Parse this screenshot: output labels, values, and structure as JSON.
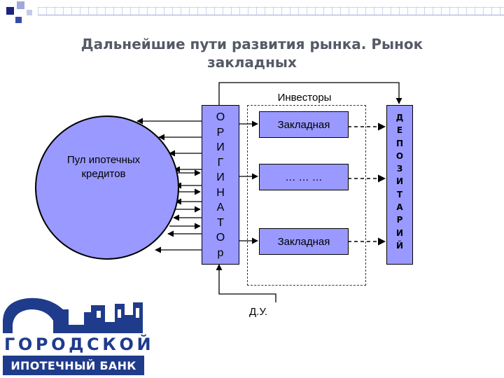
{
  "title": "Дальнейшие пути развития рынка. Рынок закладных",
  "pool_label": "Пул ипотечных кредитов",
  "originator_letters": [
    "О",
    "Р",
    "И",
    "Г",
    "И",
    "Н",
    "А",
    "Т",
    "О",
    "р"
  ],
  "investors_label": "Инвесторы",
  "mortgage_boxes": [
    "Закладная",
    "… … …",
    "Закладная"
  ],
  "depository_letters": [
    "Д",
    "Е",
    "П",
    "О",
    "З",
    "И",
    "Т",
    "А",
    "Р",
    "И",
    "Й"
  ],
  "du_label": "Д.У.",
  "logo": {
    "line1": "ГОРОДСКОЙ",
    "line2": "ИПОТЕЧНЫЙ БАНК"
  },
  "colors": {
    "fill": "#9999ff",
    "logo_blue": "#1f3b8c",
    "title_gray": "#555a66",
    "deco_navy": "#1a237e"
  },
  "icons": [
    "corner-squares-decoration",
    "bank-logo-building-icon",
    "arrow-icon"
  ]
}
